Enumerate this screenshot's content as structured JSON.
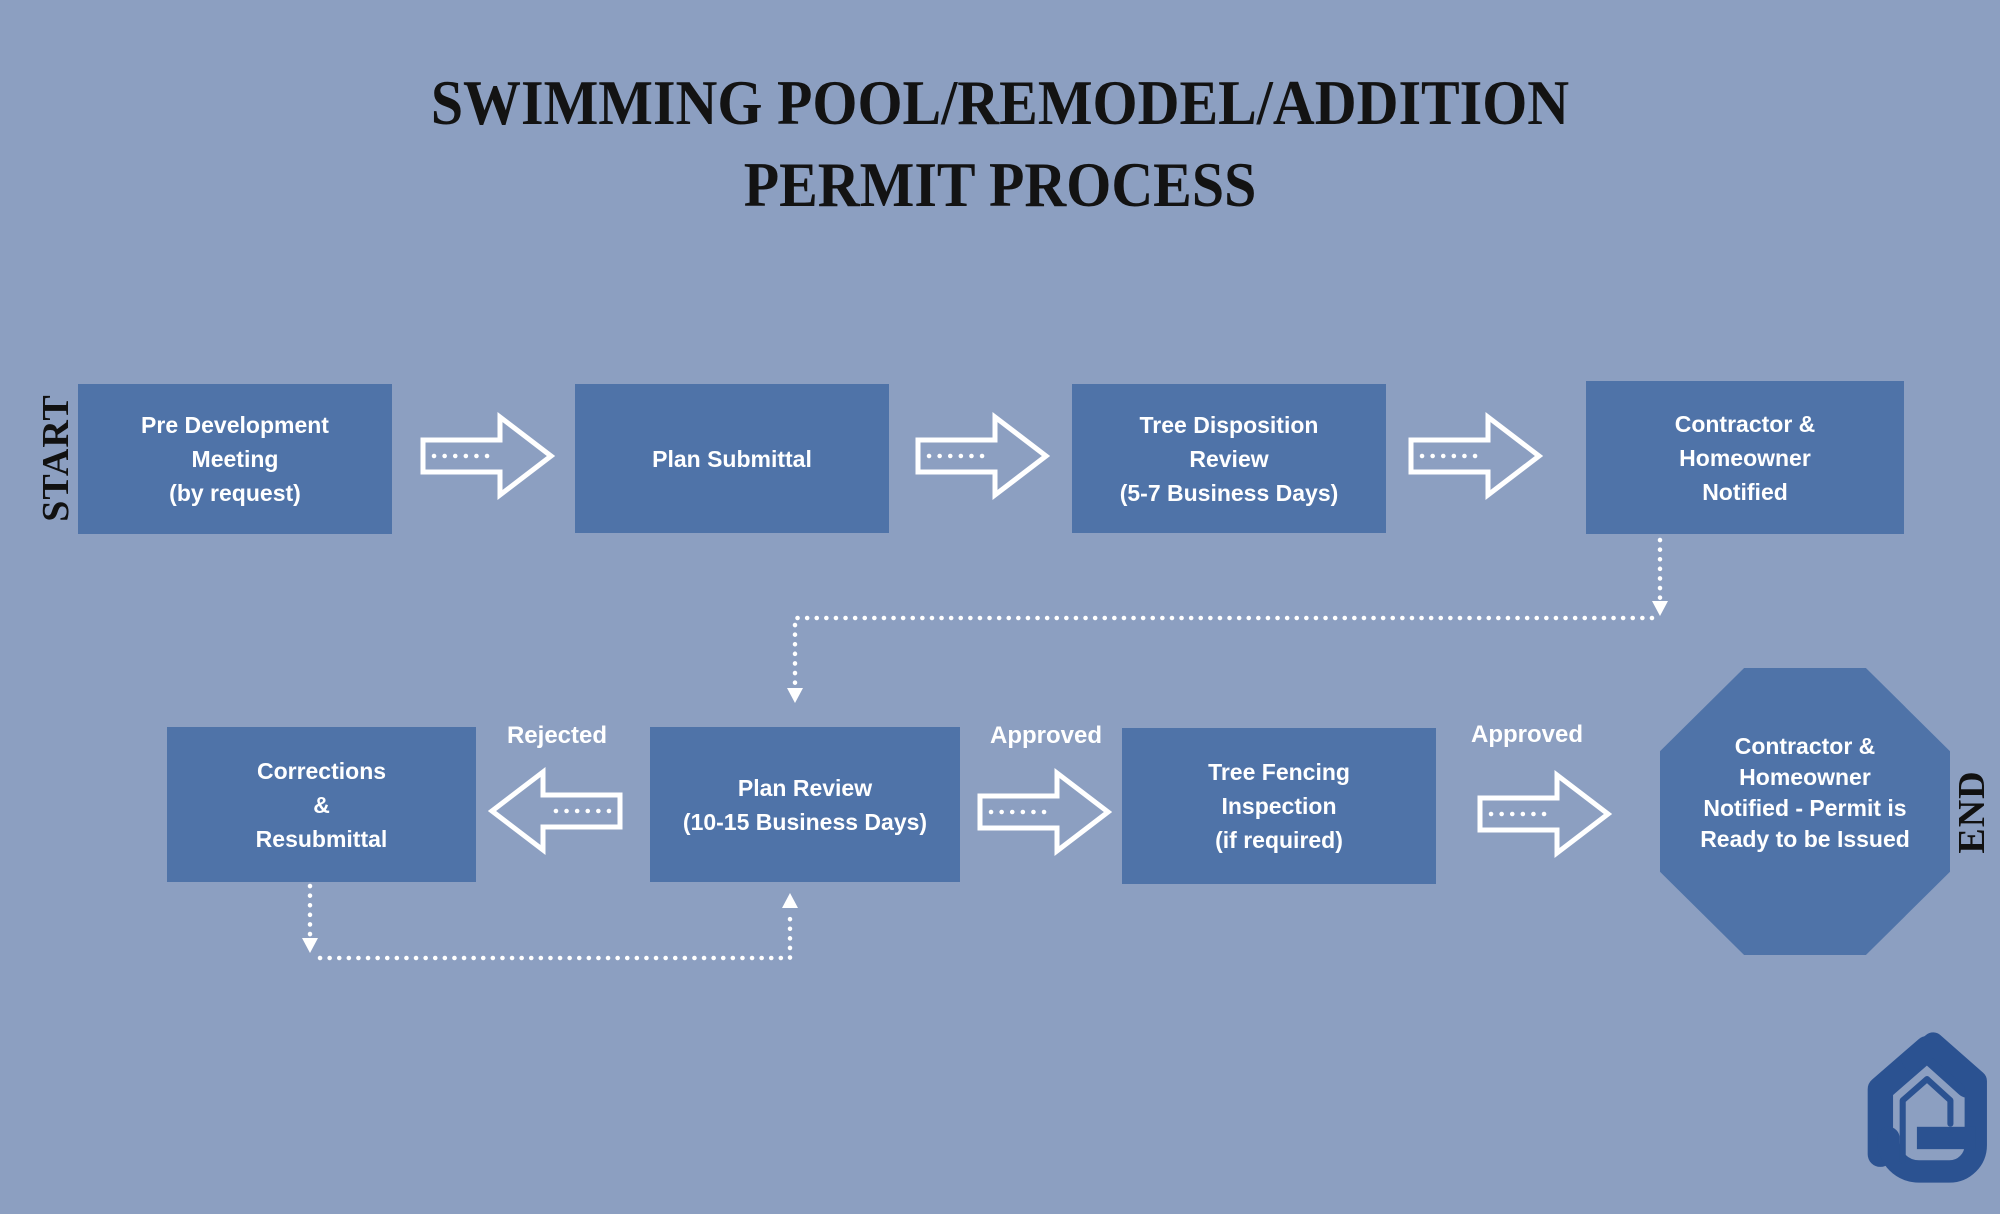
{
  "title": {
    "line1": "SWIMMING POOL/REMODEL/ADDITION",
    "line2": "PERMIT PROCESS"
  },
  "flow": {
    "start_label": "START",
    "end_label": "END",
    "nodes": [
      {
        "id": "pre-development-meeting",
        "lines": [
          "Pre Development",
          "Meeting",
          "(by request)"
        ]
      },
      {
        "id": "plan-submittal",
        "lines": [
          "Plan Submittal"
        ]
      },
      {
        "id": "tree-disposition-review",
        "lines": [
          "Tree Disposition",
          "Review",
          "(5-7 Business Days)"
        ]
      },
      {
        "id": "contractor-homeowner-notified",
        "lines": [
          "Contractor &",
          "Homeowner",
          "Notified"
        ]
      },
      {
        "id": "corrections-resubmittal",
        "lines": [
          "Corrections",
          "&",
          "Resubmittal"
        ]
      },
      {
        "id": "plan-review",
        "lines": [
          "Plan Review",
          "(10-15 Business Days)"
        ]
      },
      {
        "id": "tree-fencing-inspection",
        "lines": [
          "Tree Fencing",
          "Inspection",
          "(if required)"
        ]
      },
      {
        "id": "permit-ready",
        "lines": [
          "Contractor &",
          "Homeowner",
          "Notified - Permit is",
          "Ready to be Issued"
        ]
      }
    ],
    "edge_labels": {
      "rejected": "Rejected",
      "plan_review_approved": "Approved",
      "tree_fencing_approved": "Approved"
    }
  },
  "icons": {
    "flow_arrow": "block-arrow-dotted",
    "logo": "house-logo"
  },
  "colors": {
    "background": "#8C9FC1",
    "node_fill": "#4F73A8",
    "node_text": "#FFFFFF",
    "title_text": "#131313",
    "connector": "#FFFFFF",
    "logo": "#2B5291"
  }
}
